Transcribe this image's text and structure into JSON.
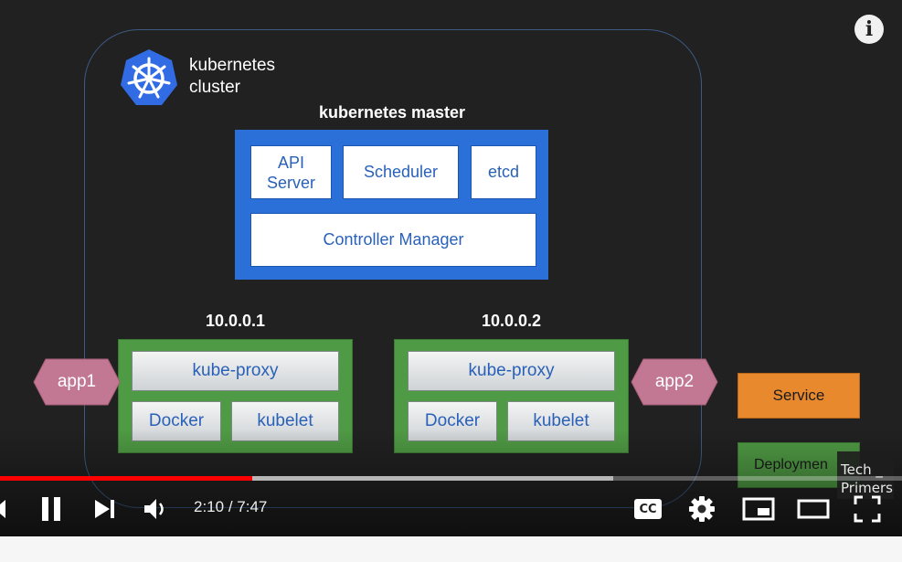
{
  "cluster": {
    "title_line1": "kubernetes",
    "title_line2": "cluster",
    "logo_icon": "kubernetes-helm-wheel-icon"
  },
  "master": {
    "title": "kubernetes master",
    "components": {
      "api_line1": "API",
      "api_line2": "Server",
      "scheduler": "Scheduler",
      "etcd": "etcd",
      "controller_manager": "Controller Manager"
    }
  },
  "nodes": [
    {
      "ip": "10.0.0.1",
      "proxy": "kube-proxy",
      "docker": "Docker",
      "kubelet": "kubelet"
    },
    {
      "ip": "10.0.0.2",
      "proxy": "kube-proxy",
      "docker": "Docker",
      "kubelet": "kubelet"
    }
  ],
  "apps": [
    "app1",
    "app2"
  ],
  "legend": {
    "service": "Service",
    "deployment": "Deploymen"
  },
  "watermark": {
    "line1": "Tech _",
    "line2": "Primers"
  },
  "player": {
    "current_time": "2:10",
    "separator": " / ",
    "duration": "7:47",
    "played_fraction": 0.28,
    "buffered_fraction": 0.68,
    "cc_label": "CC",
    "info_label": "i"
  },
  "colors": {
    "player_bg": "#212121",
    "progress_played": "#ff0000",
    "master_blue": "#2b6fd8",
    "node_green": "#4f9a44",
    "app_pink": "#c27792",
    "service_orange": "#e8892d"
  }
}
